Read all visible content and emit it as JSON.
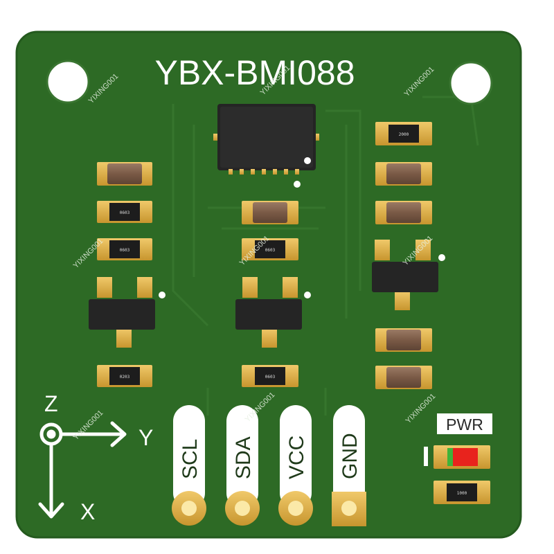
{
  "board": {
    "title": "YBX-BMI088",
    "pcb_color": "#2d6a25",
    "silk_color": "#ffffff"
  },
  "axes": {
    "z_label": "Z",
    "y_label": "Y",
    "x_label": "X"
  },
  "pins": [
    {
      "label": "SCL"
    },
    {
      "label": "SDA"
    },
    {
      "label": "VCC"
    },
    {
      "label": "GND"
    }
  ],
  "power_led": {
    "label": "PWR",
    "led_color": "#e8231d"
  },
  "resistor_codes": [
    "2000",
    "0603",
    "0603",
    "0203",
    "0603",
    "0603",
    "1000"
  ],
  "watermark": "YIXING001"
}
